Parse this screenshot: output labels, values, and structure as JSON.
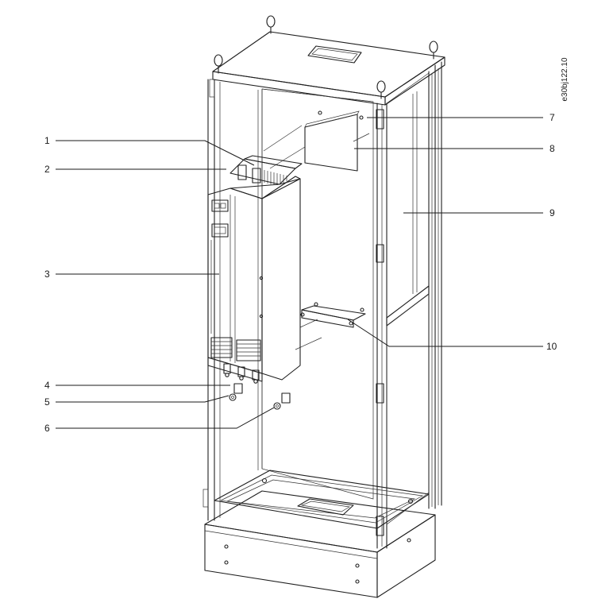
{
  "figure_code": "e30bj122.10",
  "callouts": [
    {
      "id": "1",
      "label": "1"
    },
    {
      "id": "2",
      "label": "2"
    },
    {
      "id": "3",
      "label": "3"
    },
    {
      "id": "4",
      "label": "4"
    },
    {
      "id": "5",
      "label": "5"
    },
    {
      "id": "6",
      "label": "6"
    },
    {
      "id": "7",
      "label": "7"
    },
    {
      "id": "8",
      "label": "8"
    },
    {
      "id": "9",
      "label": "9"
    },
    {
      "id": "10",
      "label": "10"
    }
  ],
  "colors": {
    "line": "#1f1f1f",
    "background": "#ffffff",
    "panel_fill": "#ffffff"
  }
}
